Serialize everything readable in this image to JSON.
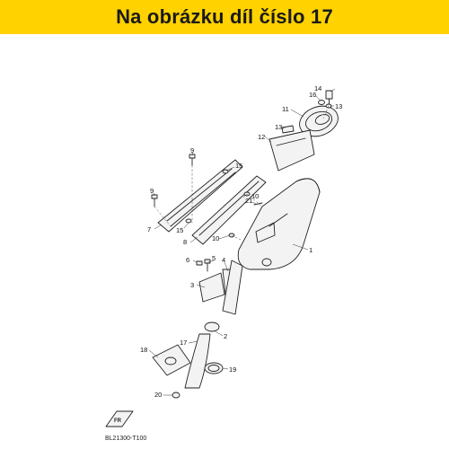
{
  "header": {
    "title": "Na obrázku díl číslo 17",
    "background_color": "#ffd200"
  },
  "diagram": {
    "callouts": [
      "1",
      "2",
      "3",
      "4",
      "5",
      "6",
      "7",
      "8",
      "9",
      "9",
      "10",
      "10",
      "11",
      "12",
      "13",
      "13",
      "14",
      "15",
      "15",
      "16",
      "17",
      "18",
      "19",
      "20",
      "21"
    ],
    "drawing_code": "BL21300-T100",
    "front_badge": "FR"
  }
}
